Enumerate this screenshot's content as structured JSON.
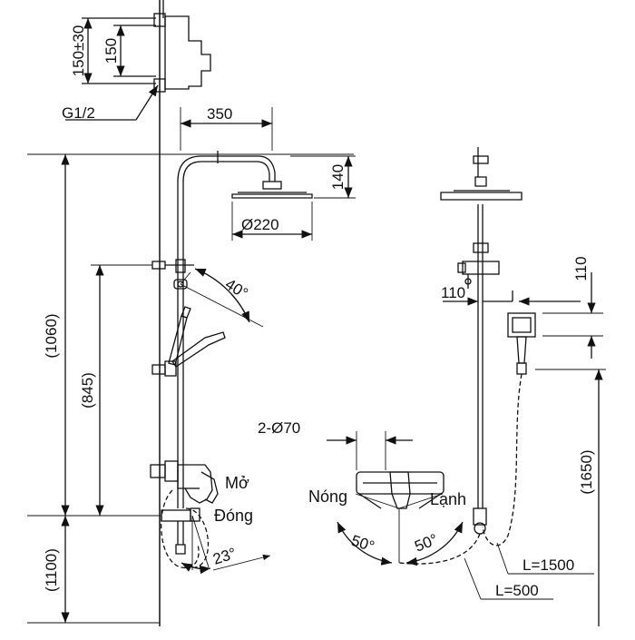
{
  "drawing": {
    "top_view": {
      "dim_outer": "150±30",
      "dim_inner": "150",
      "thread": "G1/2"
    },
    "side_view": {
      "arm_length": "350",
      "head_drop": "140",
      "head_diameter": "Ø220",
      "arm_angle": "40°",
      "total_height": "(1060)",
      "rail_height": "(845)",
      "floor_height": "(1100)",
      "handle_angle": "23°",
      "label_open": "Mở",
      "label_close": "Đóng"
    },
    "front_view": {
      "holder_width": "110",
      "holder_height": "110",
      "escutcheon": "2-Ø70",
      "label_hot": "Nóng",
      "label_cold": "Lạnh",
      "angle_left": "50°",
      "angle_right": "50°",
      "hose_length": "L=1500",
      "pipe_length": "L=500",
      "overall_height": "(1650)"
    }
  },
  "colors": {
    "line": "#111111",
    "background": "#ffffff"
  }
}
